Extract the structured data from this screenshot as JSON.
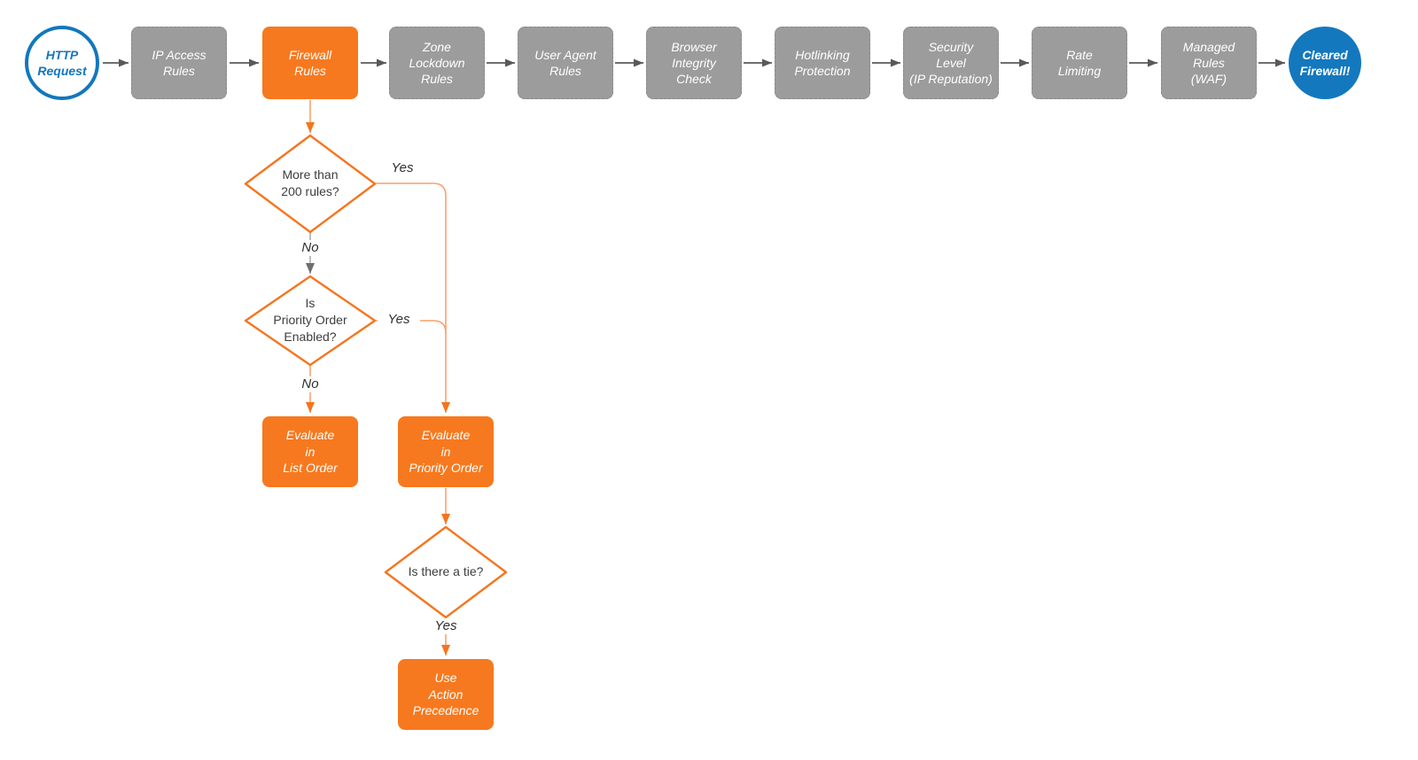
{
  "diagram": {
    "start": {
      "label": "HTTP\nRequest"
    },
    "steps": [
      {
        "label": "IP Access\nRules"
      },
      {
        "label": "Firewall\nRules"
      },
      {
        "label": "Zone\nLockdown\nRules"
      },
      {
        "label": "User Agent\nRules"
      },
      {
        "label": "Browser\nIntegrity\nCheck"
      },
      {
        "label": "Hotlinking\nProtection"
      },
      {
        "label": "Security\nLevel\n(IP Reputation)"
      },
      {
        "label": "Rate\nLimiting"
      },
      {
        "label": "Managed\nRules\n(WAF)"
      }
    ],
    "end": {
      "label": "Cleared\nFirewall!"
    },
    "branch": {
      "decision_rule_count": {
        "question": "More than\n200 rules?",
        "yes_label": "Yes",
        "no_label": "No"
      },
      "decision_priority_order": {
        "question": "Is\nPriority Order\nEnabled?",
        "yes_label": "Yes",
        "no_label": "No"
      },
      "evaluate_list_order": {
        "label": "Evaluate\nin\nList Order"
      },
      "evaluate_priority_order": {
        "label": "Evaluate\nin\nPriority Order"
      },
      "decision_tie": {
        "question": "Is there a tie?",
        "yes_label": "Yes"
      },
      "use_action_precedence": {
        "label": "Use\nAction\nPrecedence"
      }
    },
    "colors": {
      "accent_orange": "#F7791F",
      "connector_orange": "#F9A16C",
      "node_gray": "#9C9C9C",
      "brand_blue": "#1277BD",
      "end_blue": "#1478BE",
      "connector_dark": "#595959"
    }
  }
}
